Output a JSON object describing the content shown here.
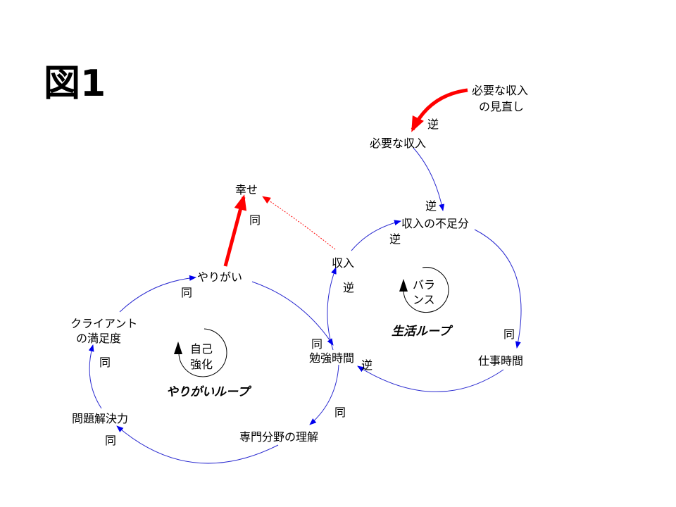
{
  "title": "図1",
  "nodes": {
    "review_line1": "必要な収入",
    "review_line2": "の見直し",
    "required_income": "必要な収入",
    "income_shortfall": "収入の不足分",
    "happiness": "幸せ",
    "income": "収入",
    "work_time": "仕事時間",
    "study_time": "勉強時間",
    "motivation": "やりがい",
    "expertise": "専門分野の理解",
    "problem_solving": "問題解決力",
    "client_line1": "クライアント",
    "client_line2": "の満足度"
  },
  "polarity": {
    "review_to_required": "逆",
    "required_to_shortfall": "逆",
    "income_to_shortfall": "逆",
    "motivation_to_happiness": "同",
    "study_to_income": "逆",
    "shortfall_to_work": "同",
    "work_to_study": "逆",
    "motivation_to_study": "同",
    "study_to_expertise": "同",
    "expertise_to_problem": "同",
    "problem_to_client": "同",
    "client_to_motivation": "同"
  },
  "loops": {
    "balance_line1": "バラ",
    "balance_line2": "ンス",
    "balance_name": "生活ループ",
    "reinforce_line1": "自己",
    "reinforce_line2": "強化",
    "reinforce_name": "やりがいループ"
  },
  "colors": {
    "link": "#2a2ad0",
    "highlight": "#ff0000"
  }
}
